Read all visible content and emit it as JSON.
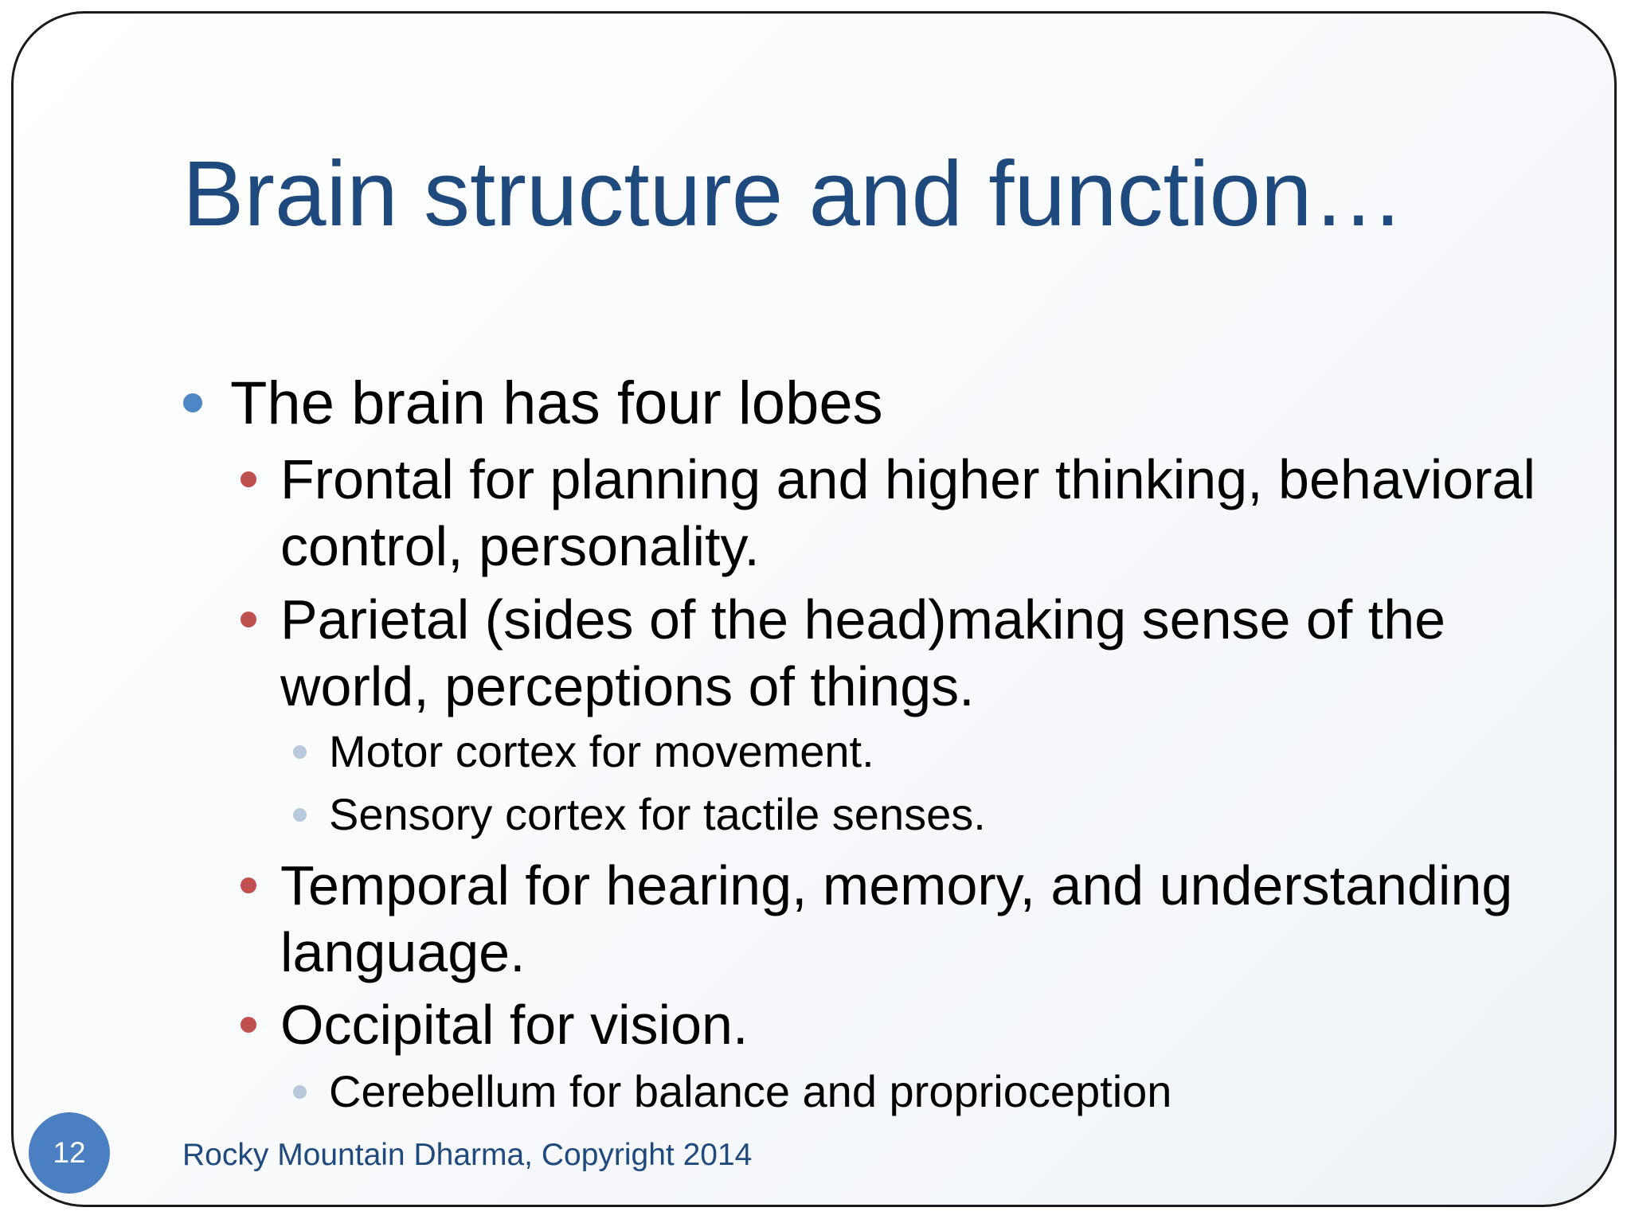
{
  "slide": {
    "title": "Brain structure and function…",
    "bullets": [
      {
        "level": 1,
        "text": "The brain has four lobes"
      },
      {
        "level": 2,
        "text": "Frontal for planning and higher thinking, behavioral control, personality."
      },
      {
        "level": 2,
        "text": "Parietal (sides of the head)making sense of the world, perceptions of things."
      },
      {
        "level": 3,
        "text": "Motor cortex for movement."
      },
      {
        "level": 3,
        "text": "Sensory cortex for tactile senses."
      },
      {
        "level": 2,
        "text": "Temporal for hearing, memory, and understanding language."
      },
      {
        "level": 2,
        "text": "Occipital for vision."
      },
      {
        "level": 3,
        "text": "Cerebellum for balance and proprioception"
      }
    ],
    "page_number": "12",
    "footer": "Rocky Mountain Dharma, Copyright 2014"
  },
  "colors": {
    "title": "#1f4a7e",
    "bullet_level1": "#4f86c6",
    "bullet_level2": "#c0504d",
    "bullet_level3": "#b9c8dc",
    "page_badge": "#4a7fc1"
  }
}
